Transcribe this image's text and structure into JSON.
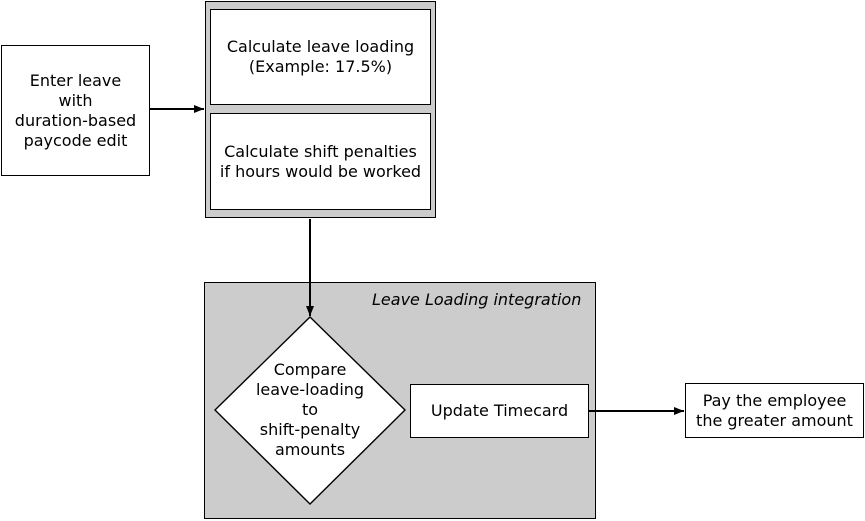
{
  "nodes": {
    "enter_leave": "Enter leave\nwith\nduration-based\npaycode edit",
    "calc_leave_loading": "Calculate leave loading\n(Example: 17.5%)",
    "calc_shift_penalties": "Calculate shift penalties\nif hours would be worked",
    "compare": "Compare\nleave-loading\nto\nshift-penalty\namounts",
    "update_timecard": "Update Timecard",
    "pay_employee": "Pay the employee\nthe greater amount"
  },
  "groups": {
    "integration_label": "Leave Loading integration"
  }
}
